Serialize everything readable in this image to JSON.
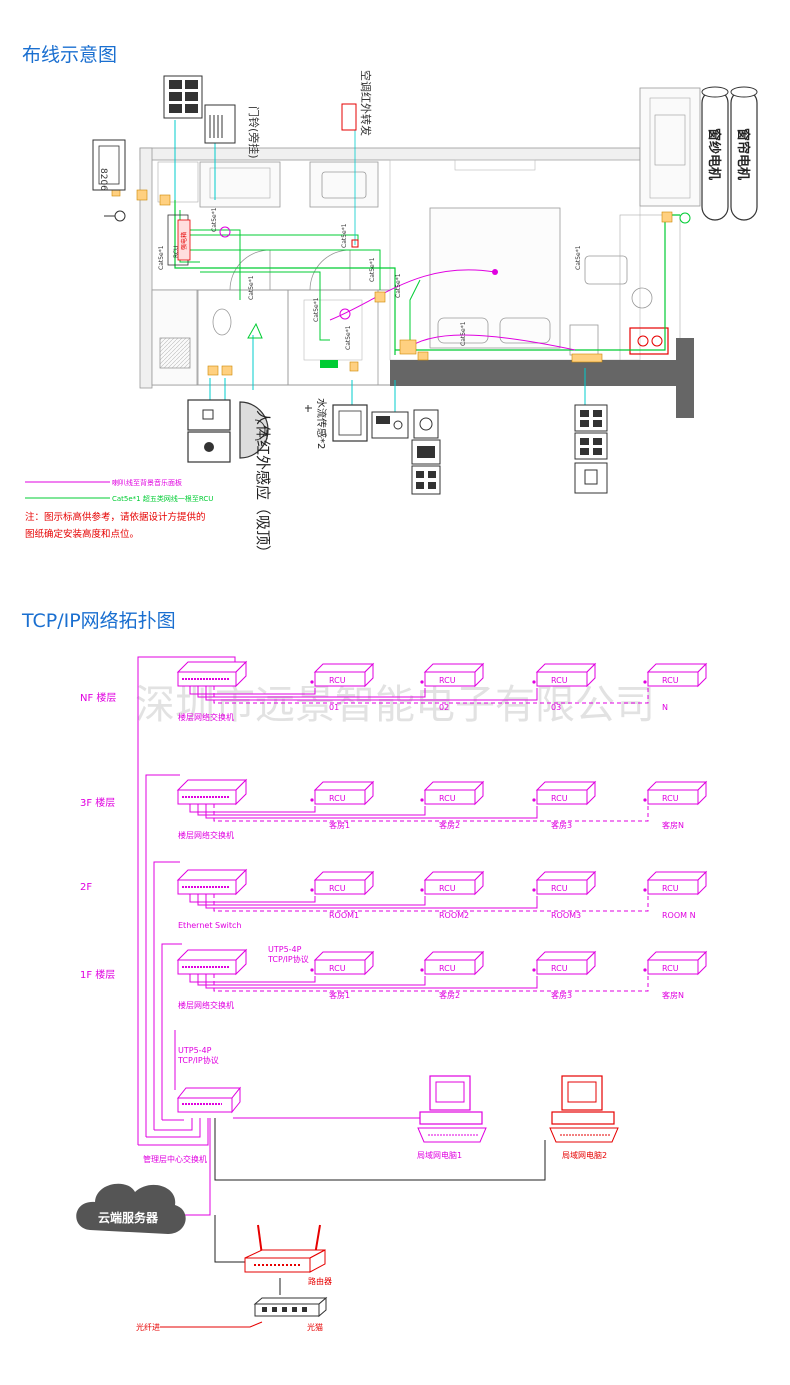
{
  "section1": {
    "title": "布线示意图",
    "labels": {
      "doorbell": "门铃(旁挂)",
      "ac_ir": "空调红外转发",
      "gauze_motor": "窗纱电机",
      "curtain_motor": "窗帘电机",
      "human_ir": "人体红外感应（吸顶）",
      "water_sensor": "水流传感*2",
      "rcu": "RCU",
      "power_box": "强电箱"
    },
    "legend": {
      "pink": "喇叭线至背景音乐面板",
      "green": "Cat5e*1 超五类网线一根至RCU"
    },
    "note_line1": "注：图示标高供参考，请依据设计方提供的",
    "note_line2": "图纸确定安装高度和点位。",
    "cable_tag": "Cat5e*1"
  },
  "section2": {
    "title": "TCP/IP网络拓扑图",
    "watermark": "深圳市远景智能电子有限公司",
    "floors": [
      {
        "floor_label": "NF 楼层",
        "switch_label": "楼层网络交换机",
        "rooms": [
          "01",
          "02",
          "03",
          "N"
        ]
      },
      {
        "floor_label": "3F 楼层",
        "switch_label": "楼层网络交换机",
        "rooms": [
          "客房1",
          "客房2",
          "客房3",
          "客房N"
        ]
      },
      {
        "floor_label": "2F",
        "switch_label": "Ethernet Switch",
        "rooms": [
          "ROOM1",
          "ROOM2",
          "ROOM3",
          "ROOM N"
        ]
      },
      {
        "floor_label": "1F 楼层",
        "switch_label": "楼层网络交换机",
        "rooms": [
          "客房1",
          "客房2",
          "客房3",
          "客房N"
        ]
      }
    ],
    "rcu_label": "RCU",
    "utp_line1": "UTP5-4P",
    "utp_line2": "TCP/IP协议",
    "core_switch": "管理层中心交换机",
    "pc1": "局域网电脑1",
    "pc2": "局域网电脑2",
    "cloud": "云端服务器",
    "router": "路由器",
    "modem": "光猫",
    "fiber": "光纤进"
  },
  "colors": {
    "title": "#1a6fd0",
    "magenta": "#e000e0",
    "green": "#00cc33",
    "red": "#e60000"
  }
}
